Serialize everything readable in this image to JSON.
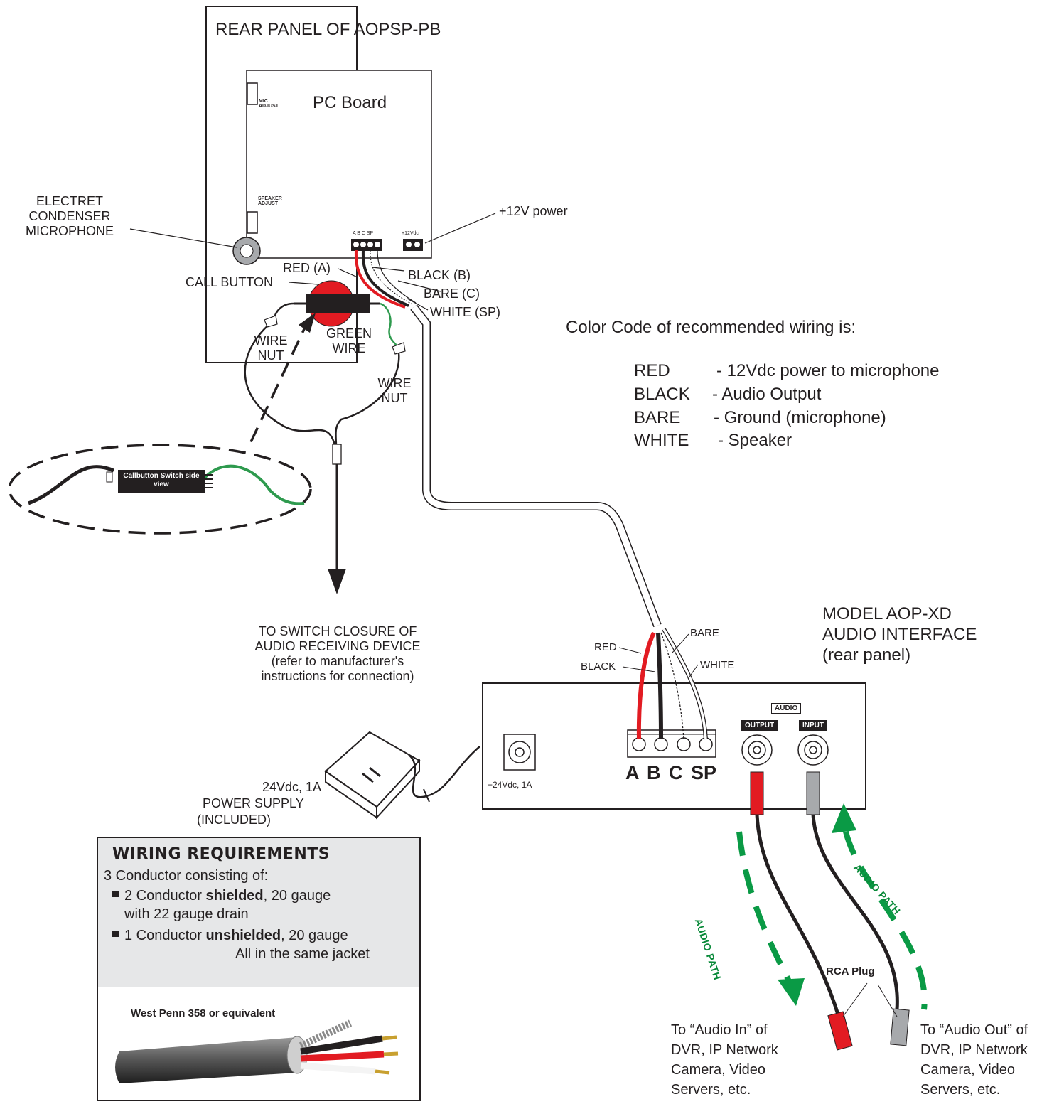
{
  "panel": {
    "title": "REAR PANEL OF AOPSP-PB",
    "pc_board": "PC Board",
    "mic_adjust": "MIC ADJUST",
    "speaker_adjust": "SPEAKER ADJUST",
    "terminal_labels": "A B C SP",
    "power_terminal_label": "+12Vdc"
  },
  "labels": {
    "electret": "ELECTRET CONDENSER MICROPHONE",
    "power_12v": "+12V power",
    "red_a": "RED (A)",
    "black_b": "BLACK (B)",
    "call_button": "CALL BUTTON",
    "bare_c": "BARE (C)",
    "white_sp": "WHITE (SP)",
    "wire_nut_left": "WIRE NUT",
    "green_wire": "GREEN WIRE",
    "wire_nut_right": "WIRE NUT",
    "callbutton_switch": "Callbutton Switch side view",
    "switch_closure": "TO SWITCH CLOSURE OF AUDIO RECEIVING DEVICE (refer to manufacturer's instructions for connection)"
  },
  "color_code": {
    "heading": "Color Code of recommended wiring is:",
    "rows": [
      {
        "color": "RED",
        "desc": "- 12Vdc power to microphone"
      },
      {
        "color": "BLACK",
        "desc": "- Audio Output"
      },
      {
        "color": "BARE",
        "desc": "- Ground (microphone)"
      },
      {
        "color": "WHITE",
        "desc": "- Speaker"
      }
    ]
  },
  "interface": {
    "model": "MODEL AOP-XD",
    "name": "AUDIO INTERFACE",
    "panel": "(rear panel)",
    "wire_red": "RED",
    "wire_black": "BLACK",
    "wire_bare": "BARE",
    "wire_white": "WHITE",
    "audio": "AUDIO",
    "output": "OUTPUT",
    "input": "INPUT",
    "terminals": "A B C SP",
    "power_jack": "+24Vdc, 1A"
  },
  "power_supply": {
    "line1": "24Vdc, 1A",
    "line2": "POWER SUPPLY",
    "line3": "(INCLUDED)"
  },
  "audio": {
    "path_left": "AUDIO PATH",
    "path_right": "AUDIO PATH",
    "rca_plug": "RCA Plug",
    "to_audio_in": [
      "To “Audio In” of",
      "DVR, IP Network",
      "Camera, Video",
      "Servers, etc."
    ],
    "to_audio_out": [
      "To “Audio Out” of",
      "DVR, IP Network",
      "Camera, Video",
      "Servers, etc."
    ]
  },
  "wiring": {
    "title": "WIRING REQUIREMENTS",
    "intro": "3 Conductor consisting of:",
    "item1_pre": "2 Conductor ",
    "item1_bold": "shielded",
    "item1_post": ", 20  gauge",
    "item1_line2": "with 22 gauge drain",
    "item2_pre": "1 Conductor ",
    "item2_bold": "unshielded",
    "item2_post": ", 20 gauge",
    "item2_line2": "All in the same jacket",
    "cable_caption": "West Penn 358 or equivalent"
  },
  "colors": {
    "red": "#e21b22",
    "black": "#231f20",
    "green_path": "#0a9a45",
    "wire_green": "#2e9a4e",
    "panel_gray": "#e6e7e8"
  }
}
